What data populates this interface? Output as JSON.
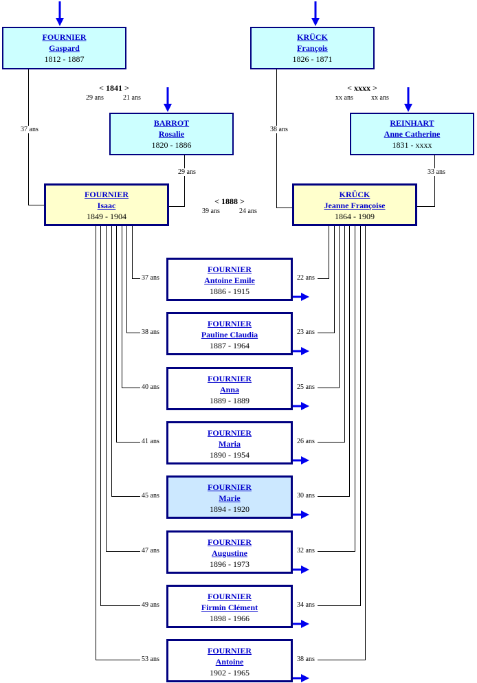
{
  "grandparents": [
    {
      "id": "gp-fournier",
      "surname": "FOURNIER",
      "given": "Gaspard",
      "dates": "1812 - 1887"
    },
    {
      "id": "gp-barrot",
      "surname": "BARROT",
      "given": "Rosalie",
      "dates": "1820 - 1886"
    },
    {
      "id": "gp-kruck",
      "surname": "KRÜCK",
      "given": "François",
      "dates": "1826 - 1871"
    },
    {
      "id": "gp-reinhart",
      "surname": "REINHART",
      "given": "Anne Catherine",
      "dates": "1831 - xxxx"
    }
  ],
  "parents": [
    {
      "id": "father",
      "surname": "FOURNIER",
      "given": "Isaac",
      "dates": "1849 - 1904"
    },
    {
      "id": "mother",
      "surname": "KRÜCK",
      "given": "Jeanne Françoise",
      "dates": "1864 - 1909"
    }
  ],
  "marriages": [
    {
      "id": "m1841",
      "label": "< 1841 >",
      "husband_age": "29 ans",
      "wife_age": "21 ans"
    },
    {
      "id": "mxxxx",
      "label": "< xxxx >",
      "husband_age": "xx ans",
      "wife_age": "xx ans"
    },
    {
      "id": "m1888",
      "label": "< 1888 >",
      "husband_age": "39 ans",
      "wife_age": "24 ans"
    }
  ],
  "parent_ages": {
    "isaac_father": "37 ans",
    "isaac_mother": "29 ans",
    "jeanne_father": "38 ans",
    "jeanne_mother": "33 ans"
  },
  "children": [
    {
      "surname": "FOURNIER",
      "given": "Antoine Emile",
      "dates": "1886 - 1915",
      "father_age": "37 ans",
      "mother_age": "22 ans"
    },
    {
      "surname": "FOURNIER",
      "given": "Pauline Claudia",
      "dates": "1887 - 1964",
      "father_age": "38 ans",
      "mother_age": "23 ans"
    },
    {
      "surname": "FOURNIER",
      "given": "Anna",
      "dates": "1889 - 1889",
      "father_age": "40 ans",
      "mother_age": "25 ans"
    },
    {
      "surname": "FOURNIER",
      "given": "Maria",
      "dates": "1890 - 1954",
      "father_age": "41 ans",
      "mother_age": "26 ans"
    },
    {
      "surname": "FOURNIER",
      "given": "Marie",
      "dates": "1894 - 1920",
      "father_age": "45 ans",
      "mother_age": "30 ans",
      "selected": true
    },
    {
      "surname": "FOURNIER",
      "given": "Augustine",
      "dates": "1896 - 1973",
      "father_age": "47 ans",
      "mother_age": "32 ans"
    },
    {
      "surname": "FOURNIER",
      "given": "Firmin Clément",
      "dates": "1898 - 1966",
      "father_age": "49 ans",
      "mother_age": "34 ans"
    },
    {
      "surname": "FOURNIER",
      "given": "Antoine",
      "dates": "1902 - 1965",
      "father_age": "53 ans",
      "mother_age": "38 ans"
    }
  ],
  "colors": {
    "line": "#000000",
    "arrow": "#0000ee",
    "box_border": "#000080",
    "ancestor_bg": "#ccffff",
    "parent_bg": "#ffffcc",
    "selected_bg": "#cce8ff",
    "link": "#0000cc"
  }
}
